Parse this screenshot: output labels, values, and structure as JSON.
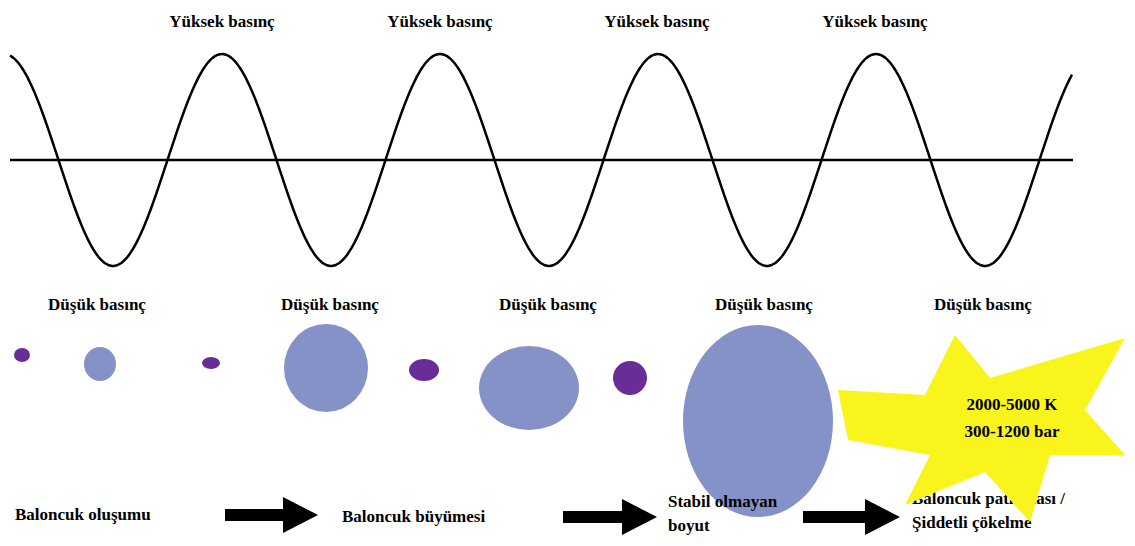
{
  "diagram": {
    "nodes": [
      {
        "text": [
          "2000-5000 K",
          "300-1200 bar"
        ]
      }
    ],
    "labels": [
      "Yüksek basınç",
      "Yüksek basınç",
      "Yüksek basınç",
      "Yüksek basınç",
      "Düşük basınç",
      "Düşük basınç",
      "Düşük basınç",
      "Düşük basınç",
      "Düşük basınç",
      "Baloncuk oluşumu",
      "Baloncuk büyümesi",
      "Stabil olmayan boyut",
      "Baloncuk patlaması / Şiddetli çökelme"
    ]
  }
}
